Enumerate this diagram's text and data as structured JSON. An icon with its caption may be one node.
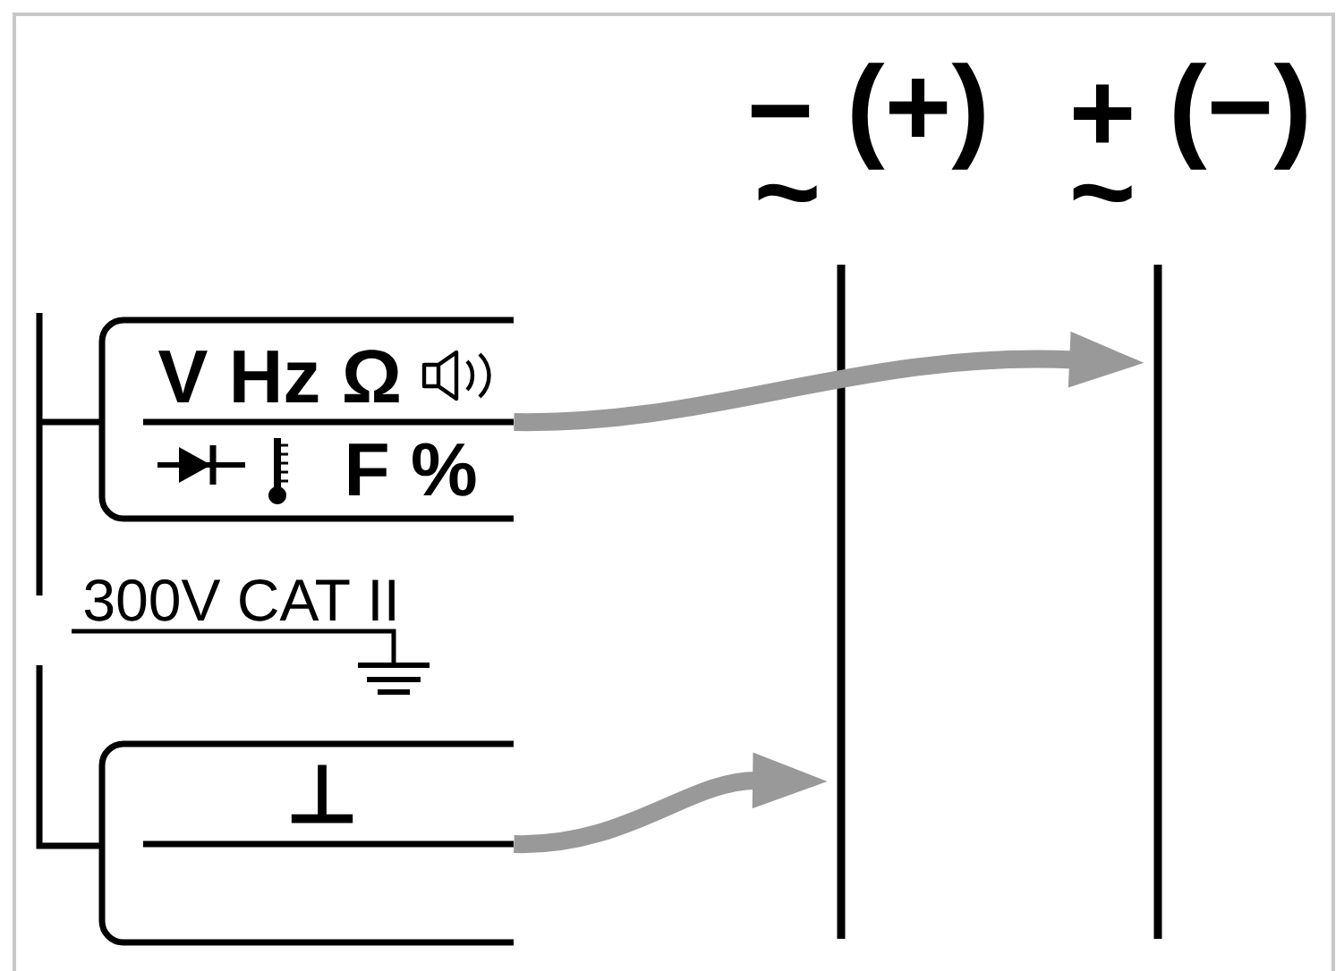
{
  "diagram": {
    "nodes": [
      {
        "text": [
          "−",
          "~",
          "(+)"
        ]
      },
      {
        "text": [
          "+",
          "~",
          "(−)"
        ]
      },
      {
        "text": [
          "V Hz Ω",
          "F %"
        ]
      },
      {
        "text": [
          "⊥"
        ]
      }
    ],
    "edges": [
      {
        "from": 2,
        "to": 1,
        "arrow": "to"
      },
      {
        "from": 3,
        "to": 0,
        "arrow": "to"
      }
    ],
    "labels": [
      "300V CAT II"
    ]
  }
}
